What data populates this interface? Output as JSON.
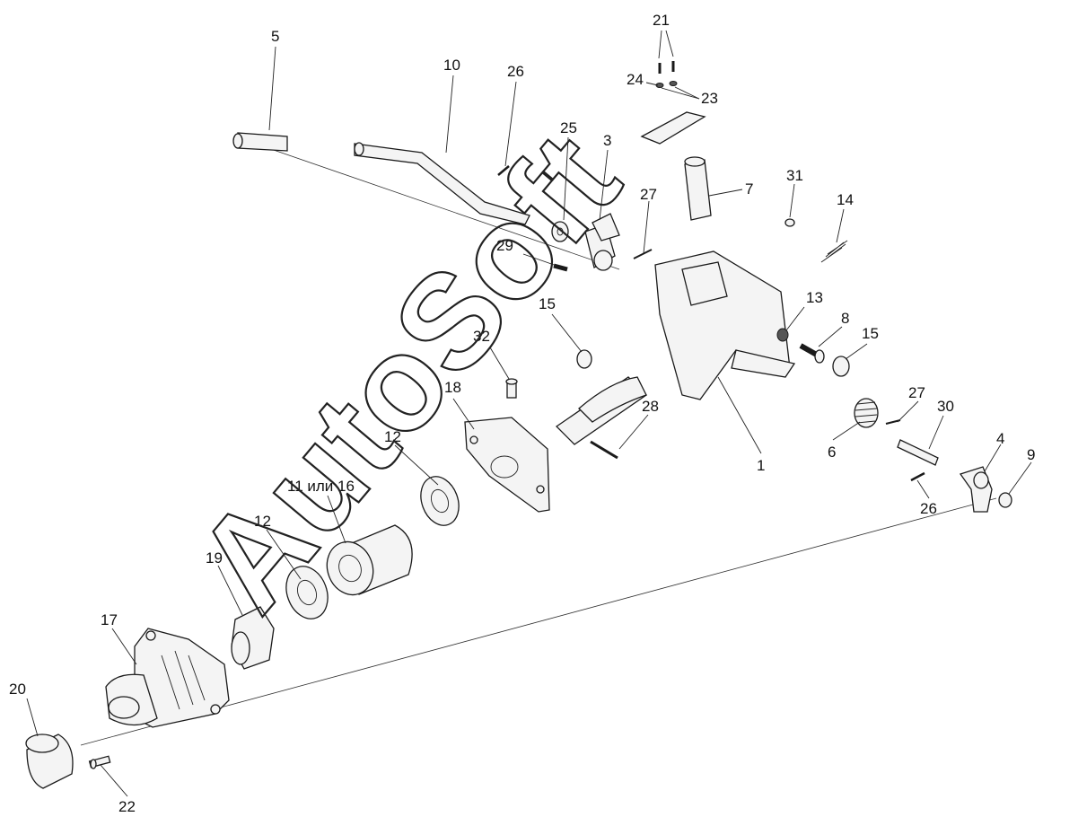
{
  "diagram": {
    "labels": {
      "l1": "1",
      "l3": "3",
      "l4": "4",
      "l5": "5",
      "l6": "6",
      "l7": "7",
      "l8": "8",
      "l9": "9",
      "l10": "10",
      "l12a": "12",
      "l12b": "12",
      "l13": "13",
      "l14": "14",
      "l15a": "15",
      "l15b": "15",
      "l16": "11 или 16",
      "l17": "17",
      "l18": "18",
      "l19": "19",
      "l20": "20",
      "l21": "21",
      "l22": "22",
      "l23": "23",
      "l24": "24",
      "l25": "25",
      "l26a": "26",
      "l26b": "26",
      "l27a": "27",
      "l27b": "27",
      "l28": "28",
      "l29": "29",
      "l30": "30",
      "l31": "31",
      "l32": "32"
    },
    "watermark": "AutoSoft"
  }
}
